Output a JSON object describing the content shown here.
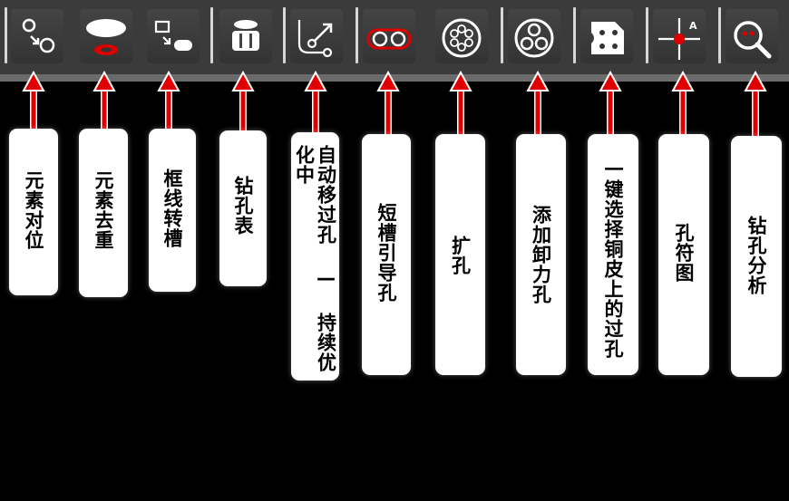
{
  "toolbar": {
    "buttons": [
      {
        "icon": "element-align-icon",
        "caption": "元素对位"
      },
      {
        "icon": "element-dedup-icon",
        "caption": "元素去重"
      },
      {
        "icon": "outline-to-slot-icon",
        "caption": "框线转槽"
      },
      {
        "icon": "drill-table-icon",
        "caption": "钻孔表"
      },
      {
        "icon": "auto-move-via-icon",
        "caption": "自动移过孔 — 持续优化中"
      },
      {
        "icon": "short-slot-pilot-hole-icon",
        "caption": "短槽引导孔"
      },
      {
        "icon": "enlarge-hole-icon",
        "caption": "扩孔"
      },
      {
        "icon": "add-relief-hole-icon",
        "caption": "添加卸力孔"
      },
      {
        "icon": "select-via-on-copper-icon",
        "caption": "一键选择铜皮上的过孔"
      },
      {
        "icon": "hole-symbol-map-icon",
        "caption": "孔符图"
      },
      {
        "icon": "drill-analysis-icon",
        "caption": "钻孔分析"
      }
    ]
  },
  "colors": {
    "toolbar_bg": "#3b3b3b",
    "arrow": "#e00000",
    "icon_accent": "#e00000",
    "icon_stroke": "#ffffff",
    "card_bg": "#ffffff"
  }
}
